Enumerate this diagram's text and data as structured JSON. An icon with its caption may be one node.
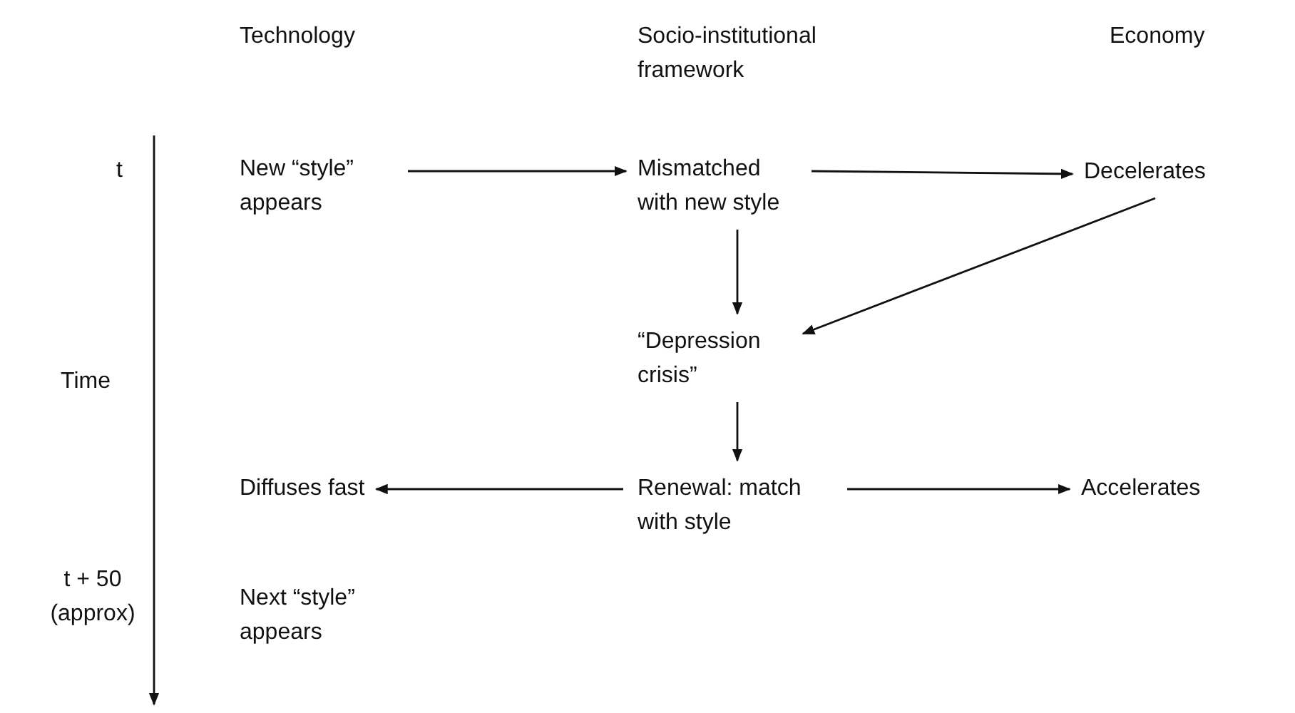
{
  "diagram": {
    "nodes": [
      {
        "text": [
          "New “style” appears"
        ]
      },
      {
        "text": [
          "Mismatched with new style"
        ]
      },
      {
        "text": [
          "Decelerates"
        ]
      },
      {
        "text": [
          "“Depression crisis”"
        ]
      },
      {
        "text": [
          "Diffuses fast"
        ]
      },
      {
        "text": [
          "Renewal: match with style"
        ]
      },
      {
        "text": [
          "Accelerates"
        ]
      },
      {
        "text": [
          "Next “style” appears"
        ]
      }
    ],
    "edges": [
      {
        "from": 0,
        "to": 1,
        "arrow": "to"
      },
      {
        "from": 1,
        "to": 2,
        "arrow": "to"
      },
      {
        "from": 1,
        "to": 3,
        "arrow": "to"
      },
      {
        "from": 2,
        "to": 3,
        "arrow": "to"
      },
      {
        "from": 3,
        "to": 5,
        "arrow": "to"
      },
      {
        "from": 5,
        "to": 4,
        "arrow": "to"
      },
      {
        "from": 5,
        "to": 6,
        "arrow": "to"
      }
    ],
    "labels": [
      "Technology",
      "Socio-institutional framework",
      "Economy",
      "t",
      "Time",
      "t + 50 (approx)"
    ]
  }
}
